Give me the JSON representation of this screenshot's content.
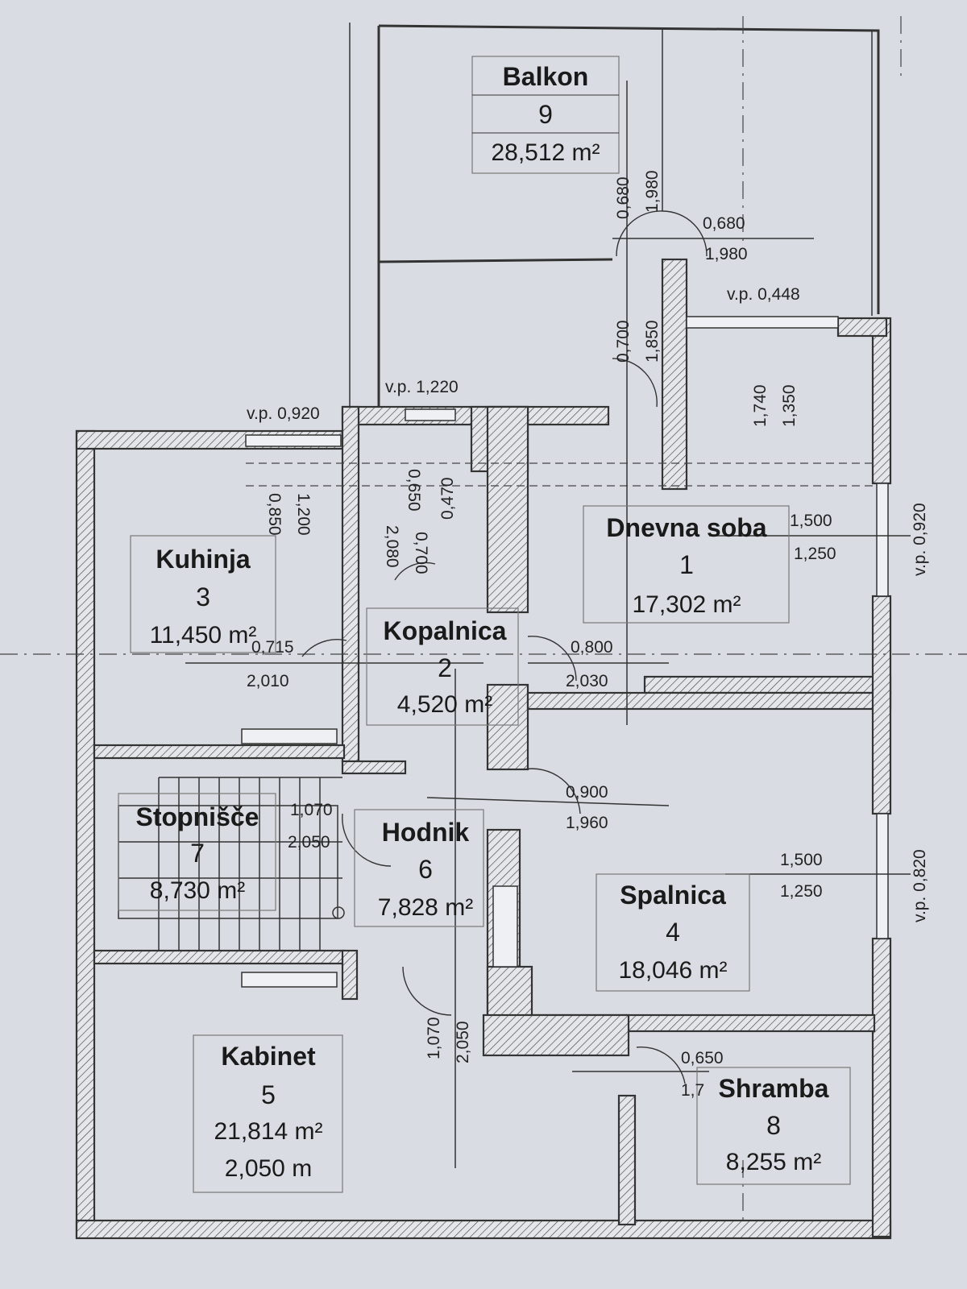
{
  "rooms": {
    "balkon": {
      "name": "Balkon",
      "num": "9",
      "area": "28,512 m²"
    },
    "dnevna": {
      "name": "Dnevna soba",
      "num": "1",
      "area": "17,302 m²"
    },
    "kuhinja": {
      "name": "Kuhinja",
      "num": "3",
      "area": "11,450 m²"
    },
    "kopalnica": {
      "name": "Kopalnica",
      "num": "2",
      "area": "4,520 m²"
    },
    "stopnisce": {
      "name": "Stopnišče",
      "num": "7",
      "area": "8,730 m²"
    },
    "hodnik": {
      "name": "Hodnik",
      "num": "6",
      "area": "7,828 m²"
    },
    "spalnica": {
      "name": "Spalnica",
      "num": "4",
      "area": "18,046 m²"
    },
    "kabinet": {
      "name": "Kabinet",
      "num": "5",
      "area": "21,814 m²",
      "height": "2,050 m"
    },
    "shramba": {
      "name": "Shramba",
      "num": "8",
      "area": "8,255 m²"
    }
  },
  "dimensions": {
    "balkon_door_w_v": "0,680",
    "balkon_door_h_v": "1,980",
    "balkon_door_w": "0,680",
    "balkon_door_h": "1,980",
    "vp_0448": "v.p. 0,448",
    "corr_door_w": "0,700",
    "corr_door_h": "1,850",
    "bal_win_w": "1,740",
    "bal_win_h": "1,350",
    "vp_1220": "v.p. 1,220",
    "vp_0920_kitchen": "v.p. 0,920",
    "kit_win_w": "0,850",
    "kit_win_h": "1,200",
    "bath_win_w": "0,650",
    "bath_win_h": "0,470",
    "bath_door_h": "2,080",
    "bath_door_w": "0,700",
    "liv_win_w": "1,500",
    "liv_win_h": "1,250",
    "vp_0920_living": "v.p. 0,920",
    "kit_door_w": "0,715",
    "kit_door_h": "2,010",
    "liv_door_w": "0,800",
    "liv_door_h": "2,030",
    "bed_door_w": "0,900",
    "bed_door_h": "1,960",
    "stair_door_w": "1,070",
    "stair_door_h": "2,050",
    "bed_win_w": "1,500",
    "bed_win_h": "1,250",
    "vp_0820": "v.p. 0,820",
    "kab_door_w": "1,070",
    "kab_door_h": "2,050",
    "shr_door_w": "0,650",
    "shr_door_h": "1,7"
  }
}
